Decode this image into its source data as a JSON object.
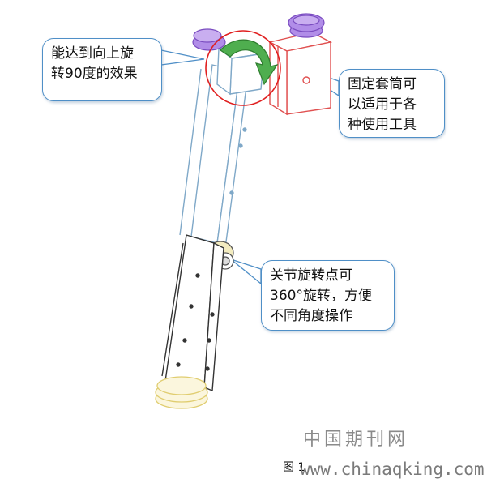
{
  "callouts": {
    "rotate": {
      "line1": "能达到向上旋",
      "line2": "转90度的效果"
    },
    "sleeve": {
      "line1": "固定套筒可",
      "line2": "以适用于各",
      "line3": "种使用工具"
    },
    "joint": {
      "line1": "关节旋转点可",
      "line2": "360°旋转，方便",
      "line3": "不同角度操作"
    }
  },
  "figure_label": "图 1",
  "watermark": {
    "cn": "中国期刊网",
    "url": "www.chinaqking.com"
  },
  "colors": {
    "callout_border": "#4f8fc7",
    "upper_tube": "#7fa8c8",
    "sleeve": "#e05050",
    "knob": "#9b6fd6",
    "arrow": "#3f9a3f",
    "highlight_circle": "#e02020",
    "lower_tube": "#333333",
    "cap": "#e9d98a"
  }
}
